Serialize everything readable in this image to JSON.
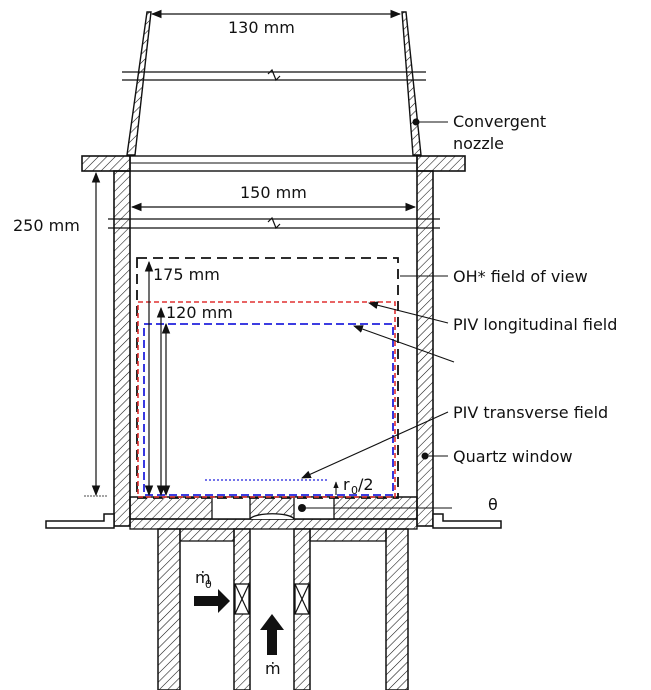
{
  "labels": {
    "width_top": "130 mm",
    "width_mid": "150 mm",
    "height_total": "250 mm",
    "height_oh": "175 mm",
    "height_piv": "120 mm",
    "nozzle_line1": "Convergent",
    "nozzle_line2": "nozzle",
    "oh_field": "OH* field of view",
    "piv_longitudinal": "PIV longitudinal field",
    "piv_transverse": "PIV transverse field",
    "quartz": "Quartz window",
    "r0_main": "r",
    "r0_sub": "0",
    "r0_tail": "/2",
    "theta": "θ",
    "mdot_theta_main": "ṁ",
    "mdot_theta_sub": "θ",
    "mdot": "ṁ"
  },
  "colors": {
    "line": "#111111",
    "oh_field": "#111111",
    "piv_longitudinal": "#e03030",
    "piv_transverse": "#2222dd",
    "background": "#ffffff"
  }
}
